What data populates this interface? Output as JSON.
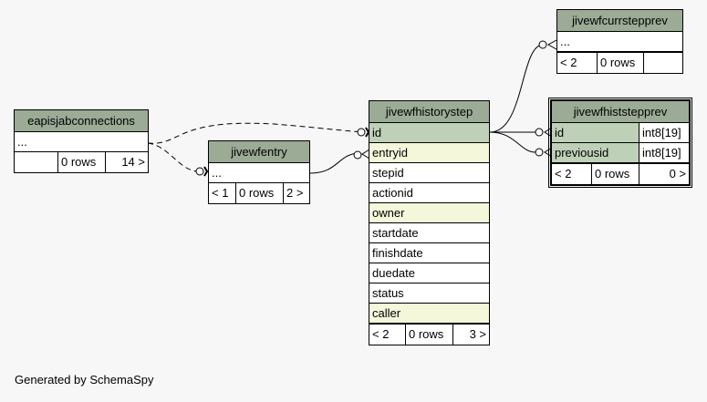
{
  "tables": {
    "eapisjabconnections": {
      "name": "eapisjabconnections",
      "rows": [
        "..."
      ],
      "footer": [
        "",
        "0 rows",
        "14 >"
      ]
    },
    "jivewfentry": {
      "name": "jivewfentry",
      "rows": [
        "..."
      ],
      "footer": [
        "< 1",
        "0 rows",
        "2 >"
      ]
    },
    "jivewfhistorystep": {
      "name": "jivewfhistorystep",
      "rows": [
        "id",
        "entryid",
        "stepid",
        "actionid",
        "owner",
        "startdate",
        "finishdate",
        "duedate",
        "status",
        "caller"
      ],
      "footer": [
        "< 2",
        "0 rows",
        "3 >"
      ]
    },
    "jivewfcurrstepprev": {
      "name": "jivewfcurrstepprev",
      "rows": [
        "..."
      ],
      "footer": [
        "< 2",
        "0 rows",
        ""
      ]
    },
    "jivewfhiststepprev": {
      "name": "jivewfhiststepprev",
      "rows": [
        {
          "col": "id",
          "type": "int8[19]"
        },
        {
          "col": "previousid",
          "type": "int8[19]"
        }
      ],
      "footer": [
        "< 2",
        "0 rows",
        "0 >"
      ]
    }
  },
  "generated_by": "Generated by SchemaSpy"
}
